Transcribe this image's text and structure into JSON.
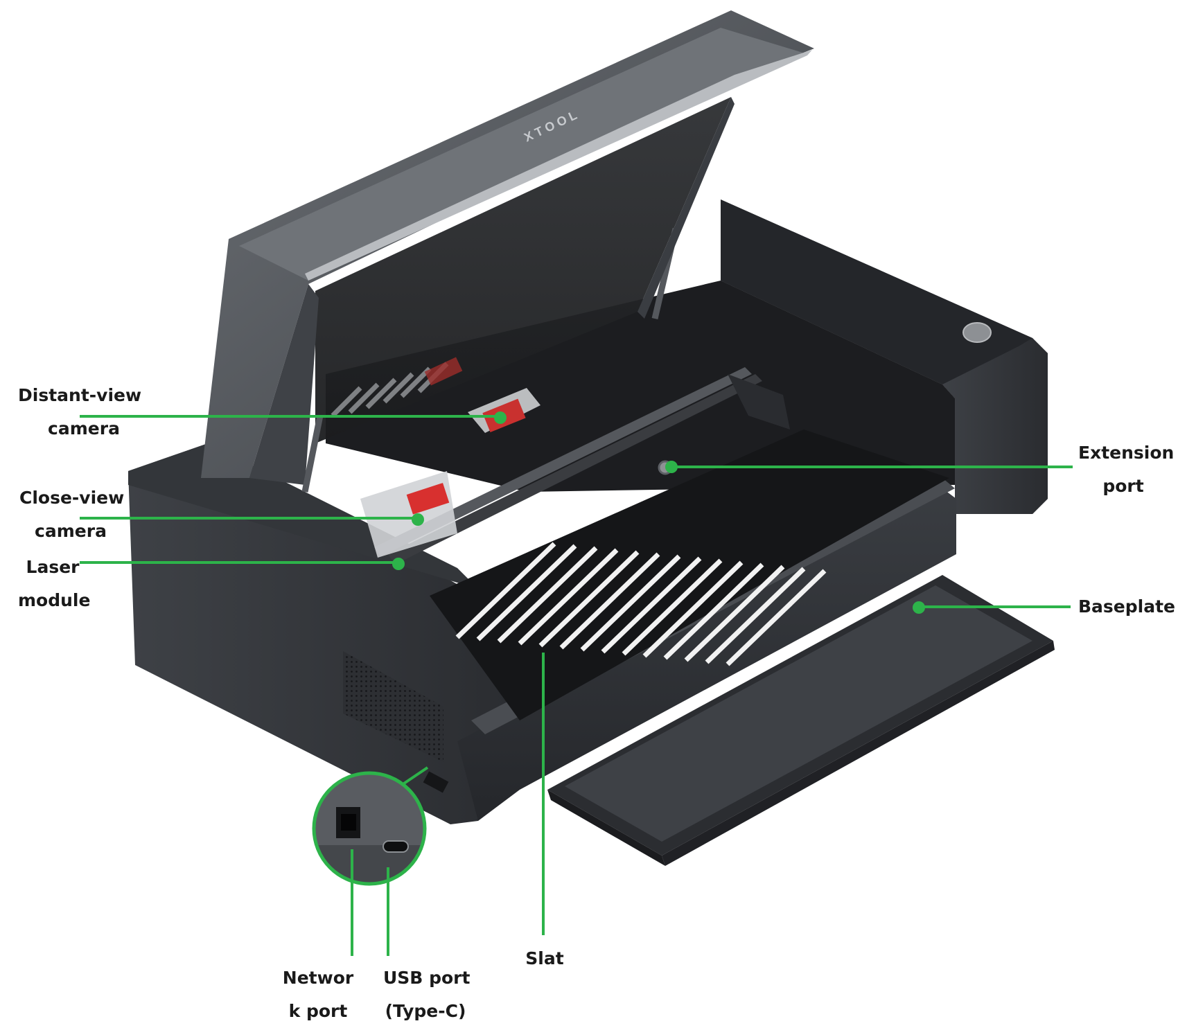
{
  "brand": {
    "logo_text": "XTOOL"
  },
  "colors": {
    "callout": "#2db34a",
    "body_dark": "#2b2d31",
    "body_mid": "#45484d",
    "lid": "#5b5f64",
    "slat": "#f2f2f2",
    "accent_red": "#d8302f"
  },
  "labels": {
    "distant_view_camera": {
      "line1": "Distant-view",
      "line2": "camera"
    },
    "close_view_camera": {
      "line1": "Close-view",
      "line2": "camera"
    },
    "laser_module": {
      "line1": "Laser",
      "line2": "module"
    },
    "extension_port": {
      "line1": "Extension",
      "line2": "port"
    },
    "baseplate": {
      "line1": "Baseplate"
    },
    "slat": {
      "line1": "Slat"
    },
    "network_port": {
      "line1": "Networ",
      "line2": "k port"
    },
    "usb_port": {
      "line1": "USB port",
      "line2": "(Type-C)"
    }
  }
}
